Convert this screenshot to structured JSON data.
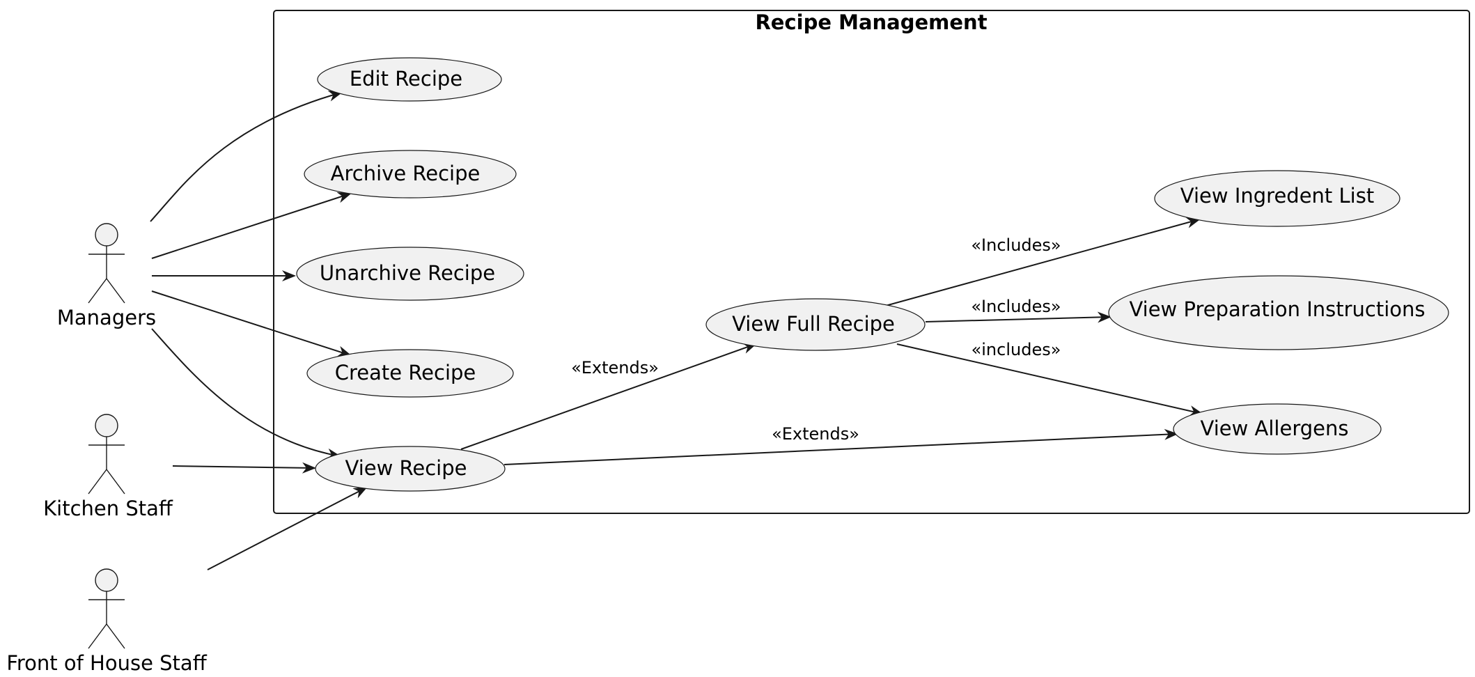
{
  "system": {
    "title": "Recipe Management"
  },
  "actors": {
    "managers": "Managers",
    "kitchen_staff": "Kitchen Staff",
    "front_of_house": "Front of House Staff"
  },
  "use_cases": {
    "edit_recipe": "Edit Recipe",
    "archive_recipe": "Archive Recipe",
    "unarchive_recipe": "Unarchive Recipe",
    "create_recipe": "Create Recipe",
    "view_recipe": "View Recipe",
    "view_full_recipe": "View Full Recipe",
    "view_ingredient_list": "View Ingredent List",
    "view_preparation_instructions": "View Preparation Instructions",
    "view_allergens": "View Allergens"
  },
  "relationships": {
    "extends_full": "«Extends»",
    "extends_allergens": "«Extends»",
    "includes_ingredients": "«Includes»",
    "includes_preparation": "«Includes»",
    "includes_allergens": "«includes»"
  }
}
